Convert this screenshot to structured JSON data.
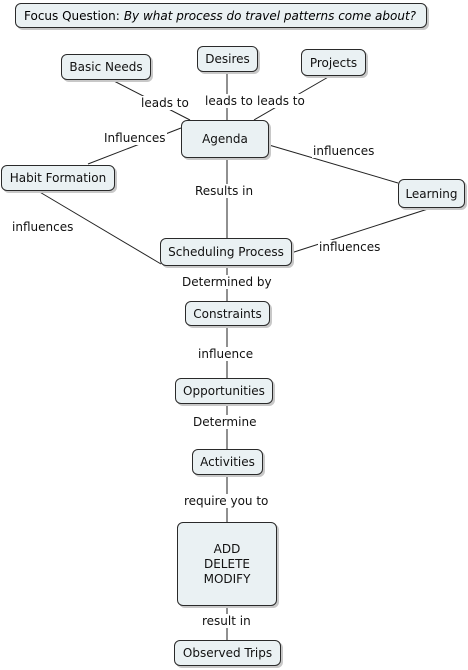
{
  "focus_question": {
    "prefix": "Focus Question:",
    "question": "By what process do travel patterns come about?"
  },
  "concepts": {
    "basic_needs": "Basic Needs",
    "desires": "Desires",
    "projects": "Projects",
    "agenda": "Agenda",
    "habit_formation": "Habit Formation",
    "learning": "Learning",
    "scheduling_process": "Scheduling Process",
    "constraints": "Constraints",
    "opportunities": "Opportunities",
    "activities": "Activities",
    "actions": [
      "ADD",
      "DELETE",
      "MODIFY"
    ],
    "observed_trips": "Observed Trips"
  },
  "links": {
    "basic_needs_agenda": "leads to",
    "desires_agenda": "leads to",
    "projects_agenda": "leads to",
    "habit_agenda": "Influences",
    "agenda_learning": "influences",
    "agenda_scheduling": "Results in",
    "habit_scheduling": "influences",
    "learning_scheduling": "influences",
    "scheduling_constraints": "Determined by",
    "constraints_opportunities": "influence",
    "opportunities_activities": "Determine",
    "activities_actions": "require you to",
    "actions_trips": "result in"
  }
}
